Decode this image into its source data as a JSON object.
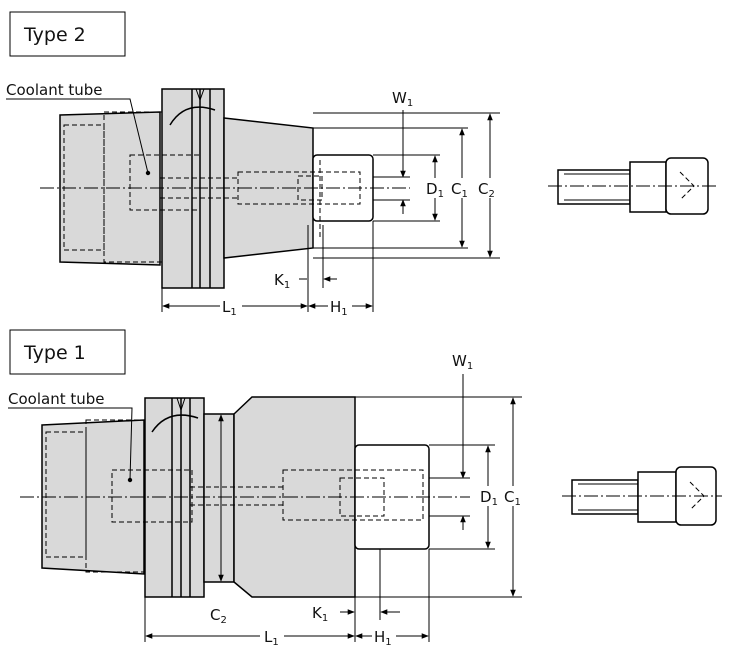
{
  "type2": {
    "title": "Type 2",
    "coolant_label": "Coolant tube",
    "dims": {
      "W": "W",
      "W_sub": "1",
      "D": "D",
      "D_sub": "1",
      "C1": "C",
      "C1_sub": "1",
      "C2": "C",
      "C2_sub": "2",
      "K": "K",
      "K_sub": "1",
      "L": "L",
      "L_sub": "1",
      "H": "H",
      "H_sub": "1"
    }
  },
  "type1": {
    "title": "Type 1",
    "coolant_label": "Coolant tube",
    "dims": {
      "W": "W",
      "W_sub": "1",
      "D": "D",
      "D_sub": "1",
      "C1": "C",
      "C1_sub": "1",
      "C2": "C",
      "C2_sub": "2",
      "K": "K",
      "K_sub": "1",
      "L": "L",
      "L_sub": "1",
      "H": "H",
      "H_sub": "1"
    }
  },
  "colors": {
    "body": "#d9d9d9",
    "line": "#000000",
    "background": "#ffffff"
  }
}
